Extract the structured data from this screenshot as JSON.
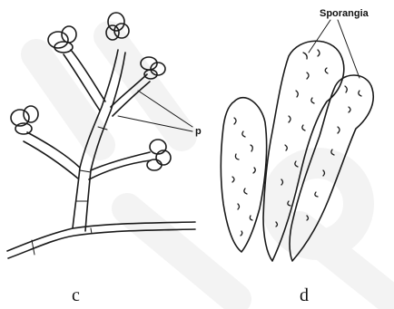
{
  "figure": {
    "panel_c": {
      "label": "c",
      "pointer_label": "p"
    },
    "panel_d": {
      "label": "d",
      "callout_label": "Sporangia"
    }
  }
}
